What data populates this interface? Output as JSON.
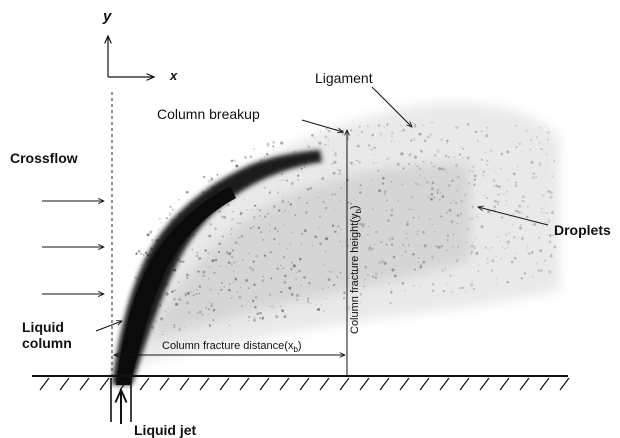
{
  "axes": {
    "y_label": "y",
    "x_label": "x"
  },
  "labels": {
    "crossflow": "Crossflow",
    "liquid_column_line1": "Liquid",
    "liquid_column_line2": "column",
    "liquid_jet": "Liquid jet",
    "column_breakup": "Column breakup",
    "ligament": "Ligament",
    "droplets": "Droplets",
    "fracture_distance": "Column fracture distance(x",
    "fracture_distance_sub": "b",
    "fracture_distance_close": ")",
    "fracture_height": "Column fracture height(y",
    "fracture_height_sub": "b",
    "fracture_height_close": ")"
  },
  "colors": {
    "ink": "#111111",
    "spray": "#1a1a1a"
  }
}
